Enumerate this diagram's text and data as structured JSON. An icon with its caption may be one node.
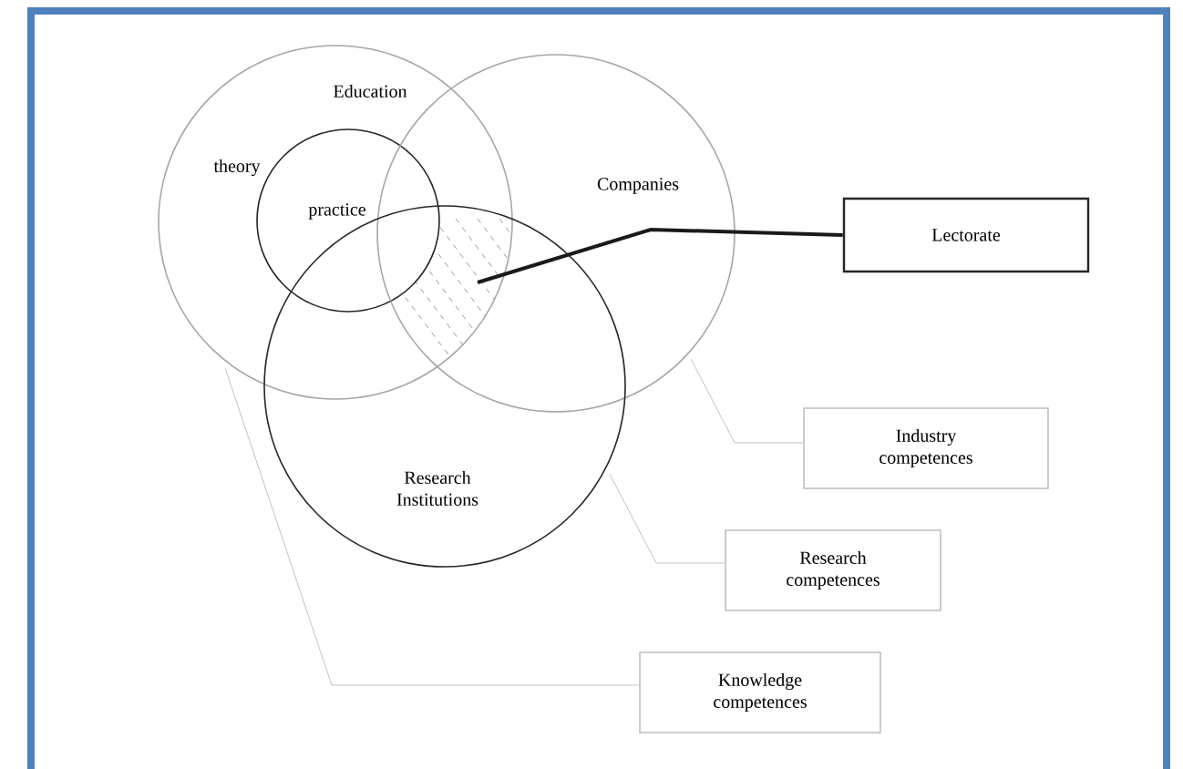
{
  "diagram": {
    "nodes": [
      {
        "text": [
          "Education",
          "theory"
        ]
      },
      {
        "text": [
          "practice"
        ],
        "in": 0
      },
      {
        "text": [
          "Companies"
        ]
      },
      {
        "text": [
          "Research Institutions"
        ]
      },
      {
        "text": [
          "Lectorate"
        ]
      },
      {
        "text": [
          "Industry competences"
        ]
      },
      {
        "text": [
          "Research competences"
        ]
      },
      {
        "text": [
          "Knowledge competences"
        ]
      },
      {
        "text": [],
        "shape": "hatching"
      }
    ],
    "edges": [
      {
        "from": 4,
        "to": 8,
        "arrow": "none",
        "style": "thick",
        "color": "#1a1a1a"
      },
      {
        "from": 2,
        "to": 5,
        "arrow": "none"
      },
      {
        "from": 3,
        "to": 6,
        "arrow": "none"
      },
      {
        "from": 0,
        "to": 7,
        "arrow": "none"
      }
    ]
  }
}
